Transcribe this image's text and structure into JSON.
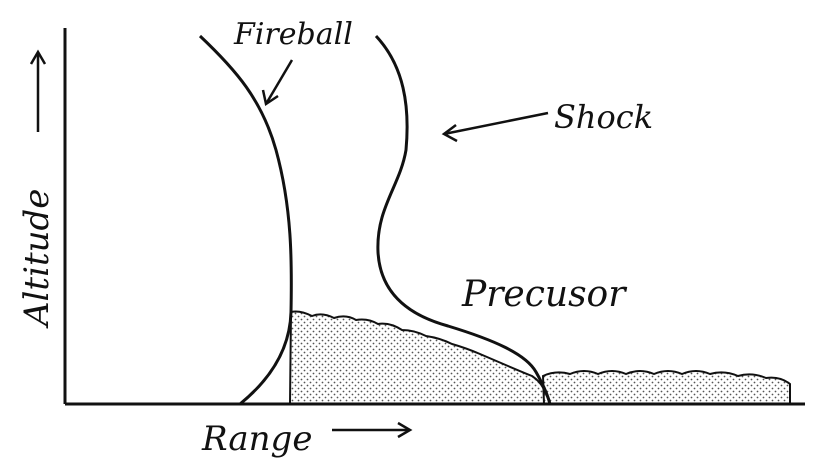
{
  "labels": {
    "fireball": "Fireball",
    "shock": "Shock",
    "precursor": "Precusor",
    "x_axis": "Range",
    "y_axis": "Altitude"
  },
  "colors": {
    "ink": "#111111",
    "paper": "#ffffff",
    "stipple": "#555555"
  }
}
